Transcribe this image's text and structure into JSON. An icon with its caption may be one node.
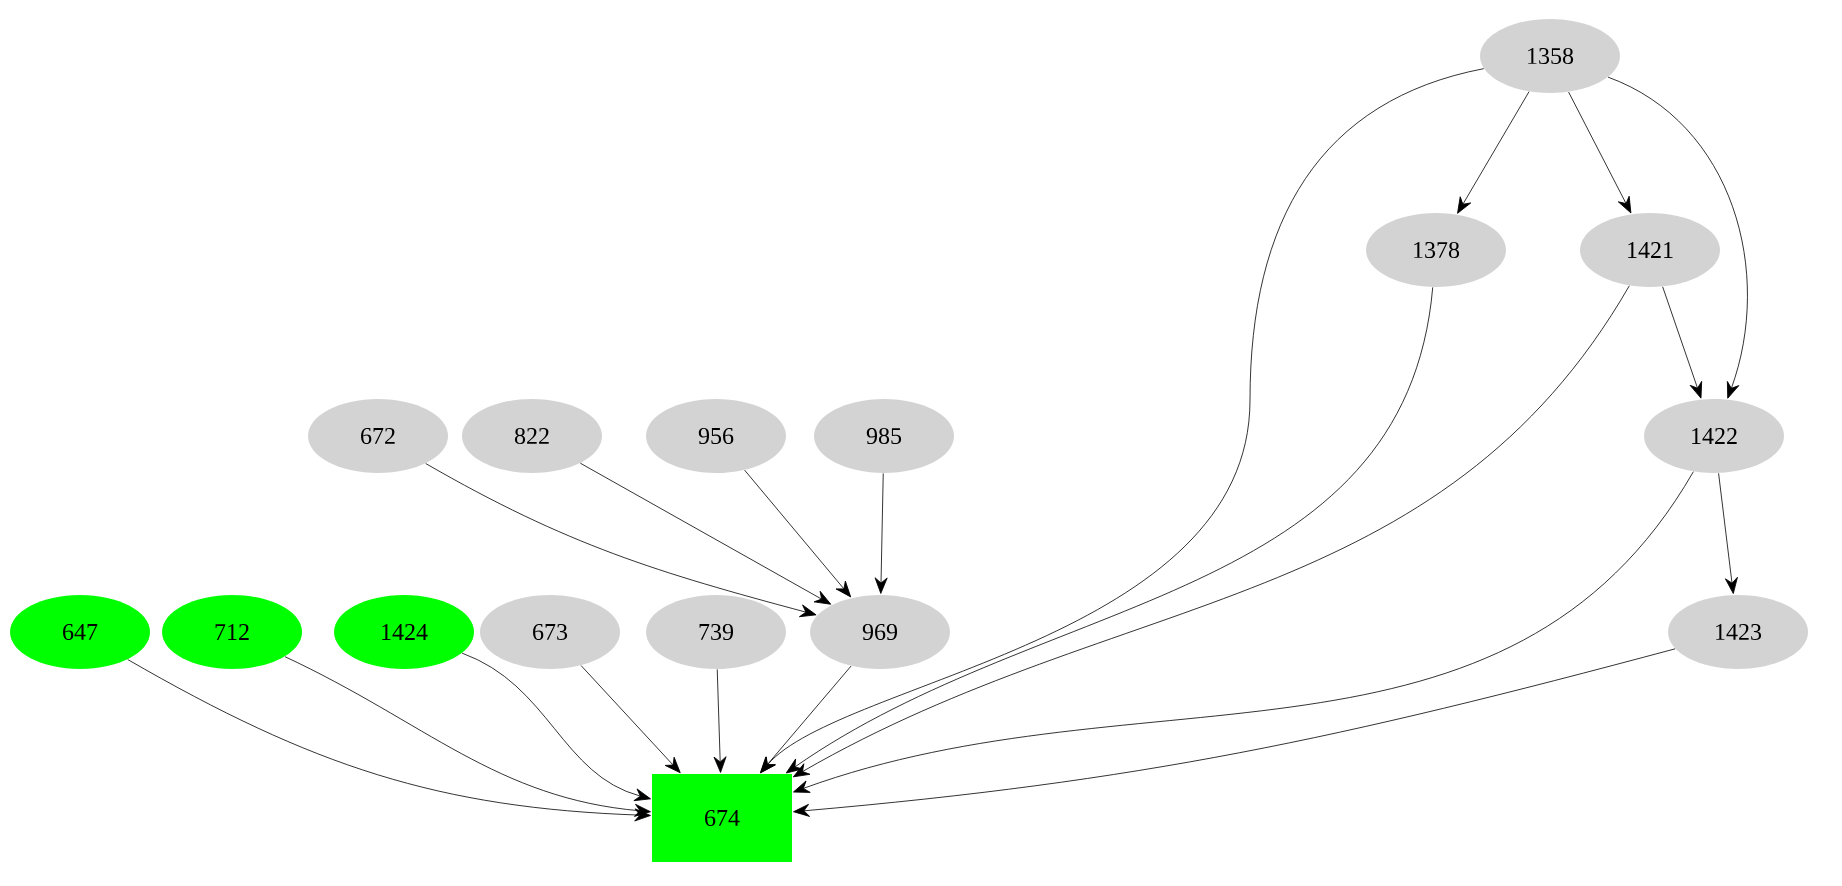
{
  "diagram": {
    "nodes": [
      {
        "text": [
          "1358"
        ]
      },
      {
        "text": [
          "1378"
        ]
      },
      {
        "text": [
          "1421"
        ]
      },
      {
        "text": [
          "672"
        ]
      },
      {
        "text": [
          "822"
        ]
      },
      {
        "text": [
          "956"
        ]
      },
      {
        "text": [
          "985"
        ]
      },
      {
        "text": [
          "1422"
        ]
      },
      {
        "text": [
          "647"
        ]
      },
      {
        "text": [
          "712"
        ]
      },
      {
        "text": [
          "1424"
        ]
      },
      {
        "text": [
          "673"
        ]
      },
      {
        "text": [
          "739"
        ]
      },
      {
        "text": [
          "969"
        ]
      },
      {
        "text": [
          "1423"
        ]
      },
      {
        "text": [
          "674"
        ]
      }
    ],
    "edges": [
      {
        "from": 0,
        "to": 1,
        "arrow": "to"
      },
      {
        "from": 0,
        "to": 2,
        "arrow": "to"
      },
      {
        "from": 0,
        "to": 7,
        "arrow": "to"
      },
      {
        "from": 0,
        "to": 15,
        "arrow": "to"
      },
      {
        "from": 1,
        "to": 15,
        "arrow": "to"
      },
      {
        "from": 2,
        "to": 7,
        "arrow": "to"
      },
      {
        "from": 2,
        "to": 15,
        "arrow": "to"
      },
      {
        "from": 7,
        "to": 14,
        "arrow": "to"
      },
      {
        "from": 7,
        "to": 15,
        "arrow": "to"
      },
      {
        "from": 3,
        "to": 13,
        "arrow": "to"
      },
      {
        "from": 4,
        "to": 13,
        "arrow": "to"
      },
      {
        "from": 5,
        "to": 13,
        "arrow": "to"
      },
      {
        "from": 6,
        "to": 13,
        "arrow": "to"
      },
      {
        "from": 13,
        "to": 15,
        "arrow": "to"
      },
      {
        "from": 8,
        "to": 15,
        "arrow": "to"
      },
      {
        "from": 9,
        "to": 15,
        "arrow": "to"
      },
      {
        "from": 10,
        "to": 15,
        "arrow": "to"
      },
      {
        "from": 11,
        "to": 15,
        "arrow": "to"
      },
      {
        "from": 12,
        "to": 15,
        "arrow": "to"
      },
      {
        "from": 14,
        "to": 15,
        "arrow": "to"
      }
    ]
  }
}
